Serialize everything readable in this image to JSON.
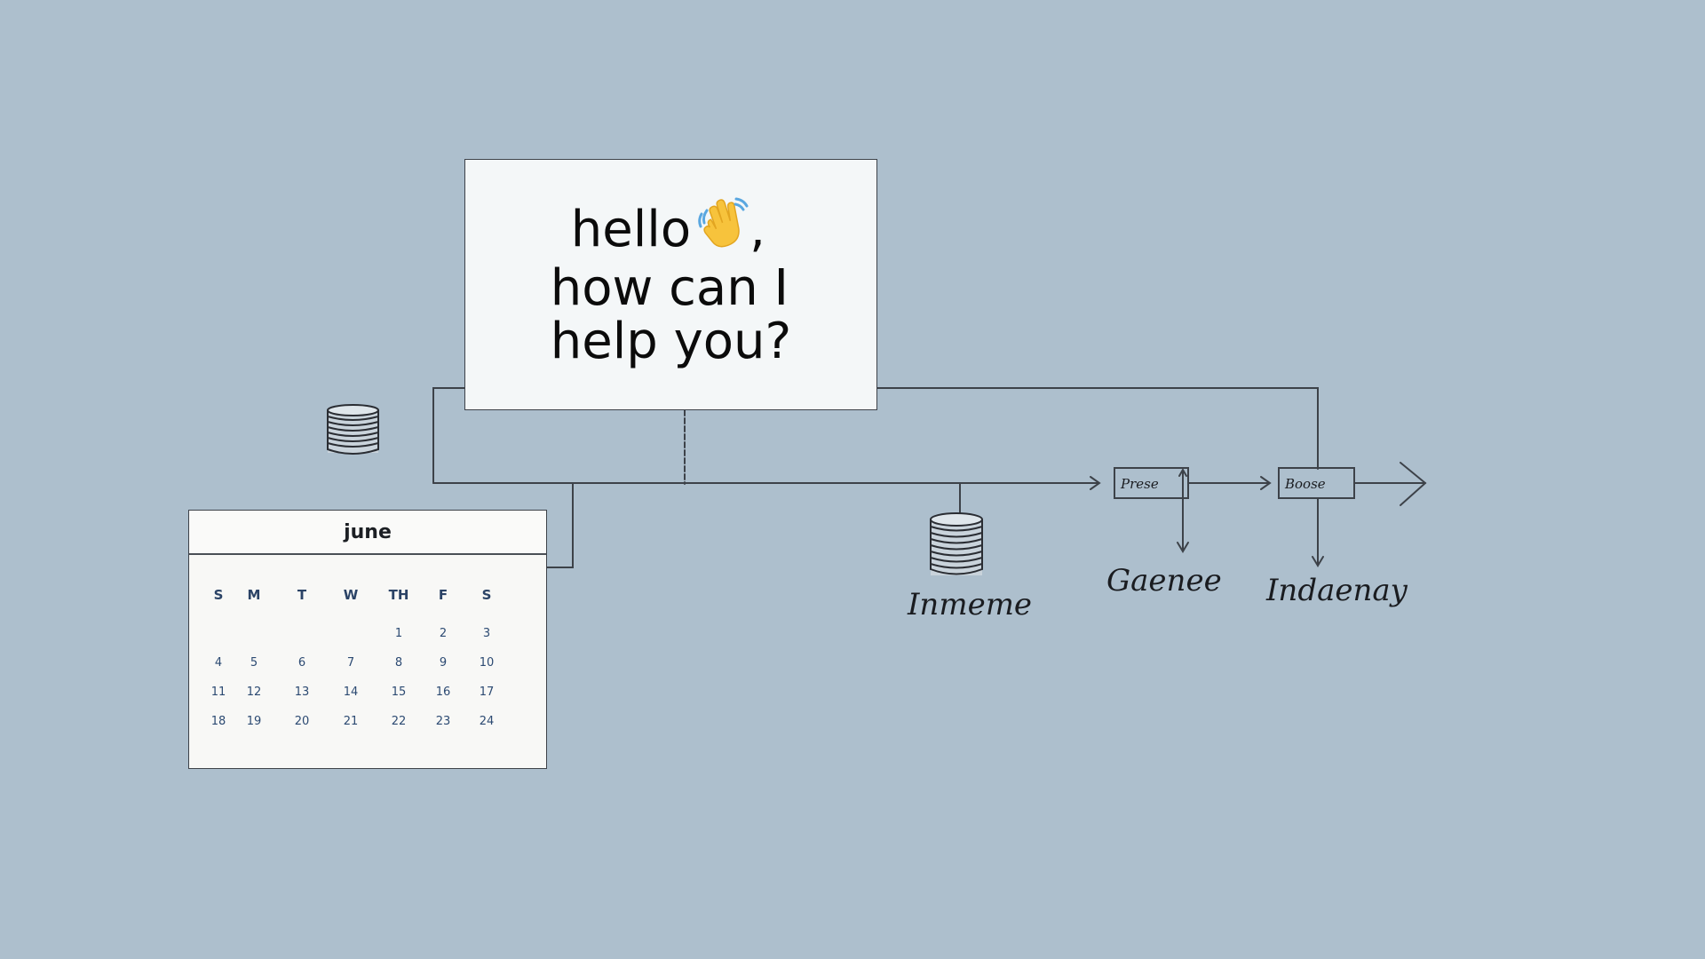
{
  "greeting": {
    "line1": "hello",
    "line1_suffix": ",",
    "line2": "how can I",
    "line3": "help you?",
    "emoji_icon": "waving-hand-icon"
  },
  "calendar": {
    "month": "june",
    "weekdays": [
      "S",
      "M",
      "T",
      "W",
      "TH",
      "F",
      "S"
    ],
    "weeks": [
      [
        "",
        "",
        "",
        "",
        "1",
        "2",
        "3"
      ],
      [
        "4",
        "5",
        "6",
        "7",
        "8",
        "9",
        "10"
      ],
      [
        "11",
        "12",
        "13",
        "14",
        "15",
        "16",
        "17"
      ],
      [
        "18",
        "19",
        "20",
        "21",
        "22",
        "23",
        "24"
      ]
    ]
  },
  "diagram": {
    "box_left_label": "Prese",
    "box_right_label": "Boose",
    "label_database": "Inmeme",
    "label_middle_output": "Gaenee",
    "label_right_output": "Indaenay",
    "icons": [
      "database-icon-small",
      "database-icon-large",
      "arrow-head-icon"
    ]
  },
  "colors": {
    "background": "#adbfcd",
    "card": "#f4f7f8",
    "line": "#3d4249",
    "calendar_text": "#2c4a72"
  }
}
